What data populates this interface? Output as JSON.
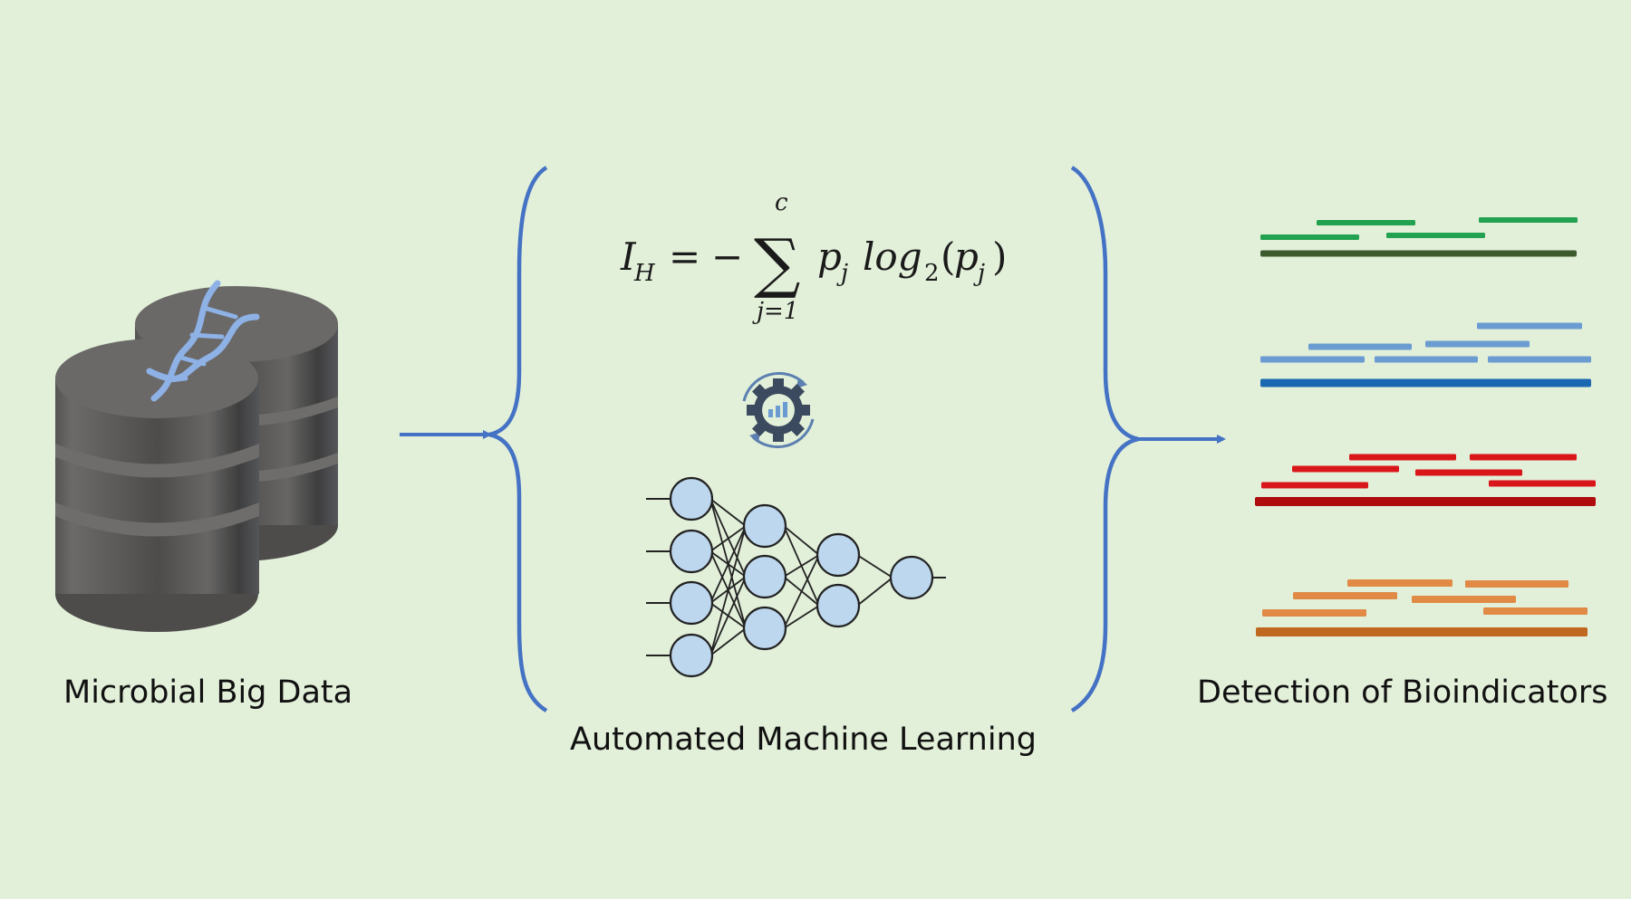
{
  "background_color": "#e2efd9",
  "stages": {
    "input": {
      "label": "Microbial Big Data",
      "icon": "database-dna-icon",
      "colors": {
        "cylinder": "#5c5b5b",
        "cylinder_dark": "#3f3f3f",
        "band": "#6e6d6c",
        "dna": "#8eb1e6"
      }
    },
    "process": {
      "label": "Automated Machine Learning",
      "formula": {
        "lhs": "I",
        "lhs_sub": "H",
        "equals": "=",
        "minus": "−",
        "sum_symbol": "∑",
        "sum_upper": "c",
        "sum_lower": "j=1",
        "term_p": "p",
        "term_p_sub": "j",
        "log": "log",
        "log_sub": "2",
        "paren_open": "(",
        "paren_close": ")"
      },
      "automl_icon": "gear-chart-cycle-icon",
      "neural_network": {
        "layers": [
          4,
          3,
          2,
          1
        ],
        "node_fill": "#bdd7ee",
        "stroke": "#222222"
      }
    },
    "output": {
      "label": "Detection of Bioindicators",
      "groups": [
        {
          "name": "green",
          "reads_color": "#22a150",
          "ref_color": "#3d5a2e"
        },
        {
          "name": "blue",
          "reads_color": "#6a9bd1",
          "ref_color": "#1a68b1"
        },
        {
          "name": "red",
          "reads_color": "#d9171a",
          "ref_color": "#ae0c0e"
        },
        {
          "name": "orange",
          "reads_color": "#e08a45",
          "ref_color": "#c06720"
        }
      ]
    }
  },
  "connector_color": "#4472c4"
}
